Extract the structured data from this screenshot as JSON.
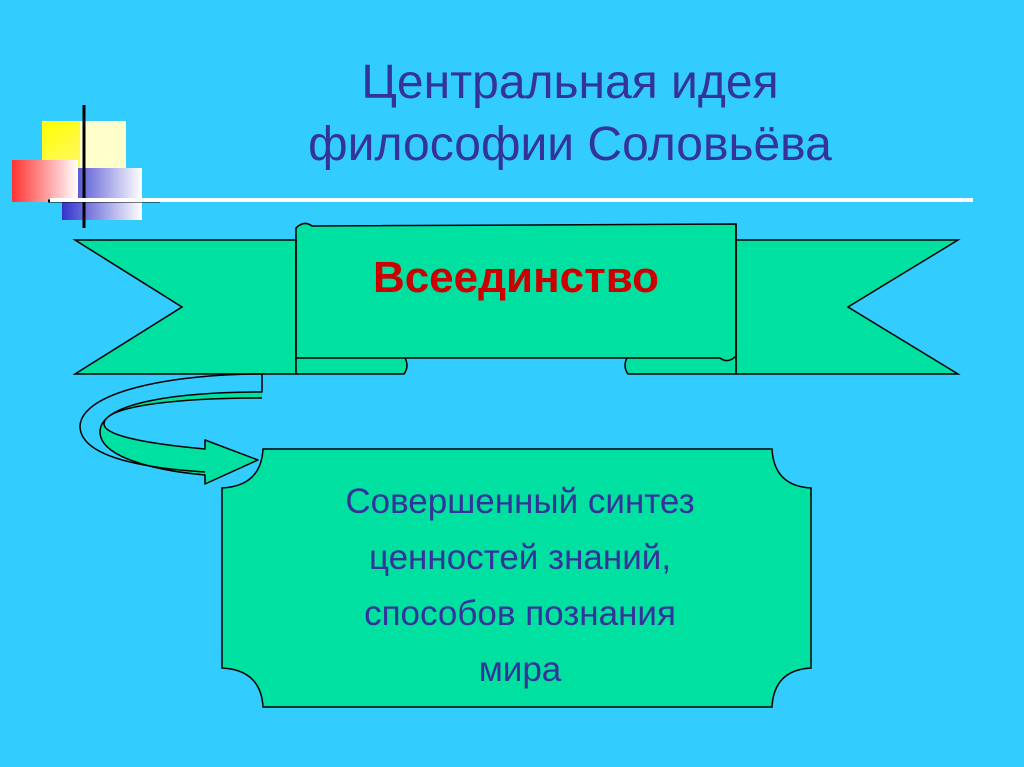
{
  "slide": {
    "title_lines": [
      "Центральная идея",
      "философии Соловьёва"
    ],
    "banner": {
      "label": "Всеединство"
    },
    "plaque": {
      "lines": [
        "Совершенный синтез",
        "ценностей знаний,",
        "способов познания",
        "мира"
      ]
    }
  },
  "colors": {
    "background": "#33ccff",
    "title_text": "#333399",
    "banner_text": "#cc0000",
    "shape_fill": "#00e0a0",
    "outline": "#000000",
    "rule": "#ffffff"
  },
  "icons": {
    "decoration": "color-squares-decor",
    "connector": "curved-arrow-icon"
  }
}
